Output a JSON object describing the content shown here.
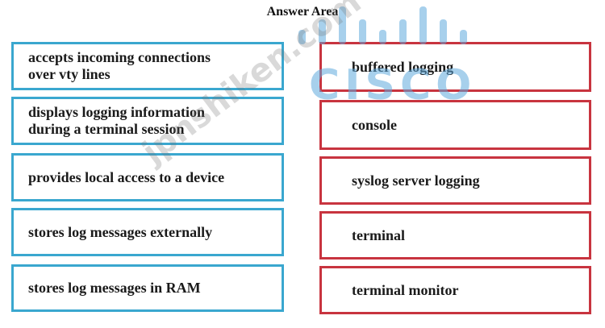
{
  "header": {
    "title": "Answer Area"
  },
  "left_items": [
    {
      "label": "accepts incoming connections\nover vty lines"
    },
    {
      "label": "displays logging information\nduring a terminal session"
    },
    {
      "label": "provides local access to a device"
    },
    {
      "label": "stores log messages externally"
    },
    {
      "label": "stores log messages in RAM"
    }
  ],
  "right_items": [
    {
      "label": "buffered logging"
    },
    {
      "label": "console"
    },
    {
      "label": "syslog server logging"
    },
    {
      "label": "terminal"
    },
    {
      "label": "terminal monitor"
    }
  ],
  "watermark": {
    "logo_text": "CISCO",
    "site_text": "jpnshiken.com"
  },
  "colors": {
    "left_border": "#3aa7cf",
    "right_border": "#c8343f",
    "watermark_blue": "#5faadc"
  }
}
